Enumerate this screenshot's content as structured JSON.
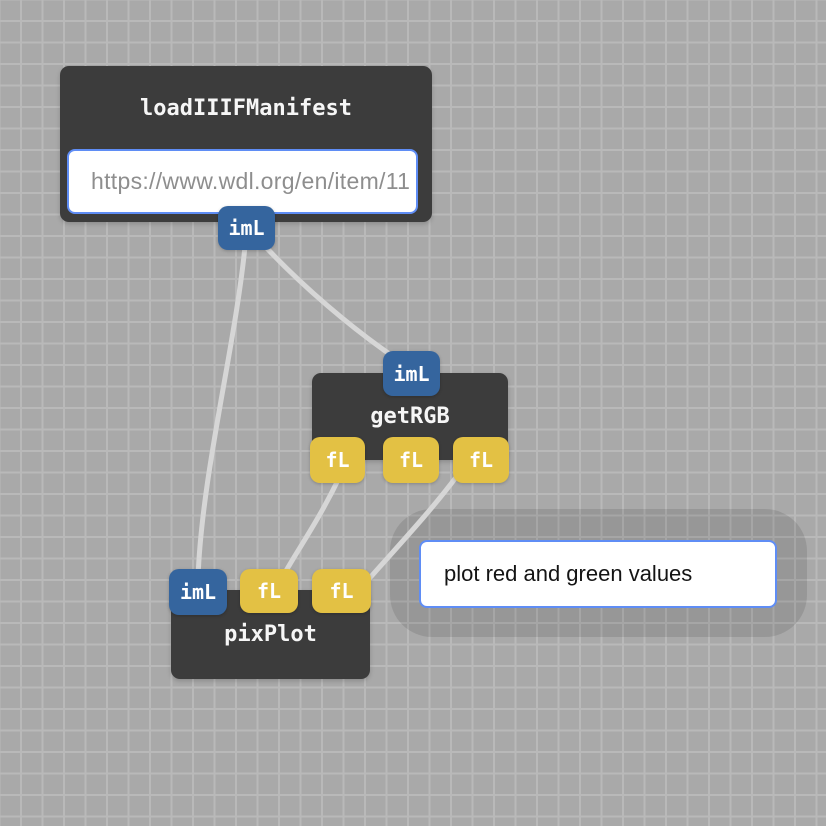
{
  "canvas": {
    "background_color": "#a9a9a9",
    "grid_line_color": "#b9b9b9"
  },
  "colors": {
    "node_background": "#3c3c3c",
    "image_port_blue": "#35659e",
    "float_port_yellow": "#e3c144",
    "wire_gray": "#d6d6d6",
    "input_border_blue": "#5f8df5"
  },
  "nodes": {
    "load_iiif_manifest": {
      "title": "loadIIIFManifest",
      "url_input": {
        "value": "https://www.wdl.org/en/item/11"
      },
      "output_ports": [
        {
          "label": "imL"
        }
      ]
    },
    "get_rgb": {
      "title": "getRGB",
      "input_ports": [
        {
          "label": "imL"
        }
      ],
      "output_ports": [
        {
          "label": "fL"
        },
        {
          "label": "fL"
        },
        {
          "label": "fL"
        }
      ]
    },
    "pix_plot": {
      "title": "pixPlot",
      "input_ports": [
        {
          "label": "imL"
        },
        {
          "label": "fL"
        },
        {
          "label": "fL"
        }
      ]
    }
  },
  "prompt": {
    "value": "plot red and green values"
  },
  "connections": [
    {
      "from": "loadIIIFManifest.imL",
      "to": "pixPlot.imL"
    },
    {
      "from": "loadIIIFManifest.imL",
      "to": "getRGB.imL"
    },
    {
      "from": "getRGB.fL-1",
      "to": "pixPlot.fL-1"
    },
    {
      "from": "getRGB.fL-3",
      "to": "pixPlot.fL-2"
    }
  ]
}
